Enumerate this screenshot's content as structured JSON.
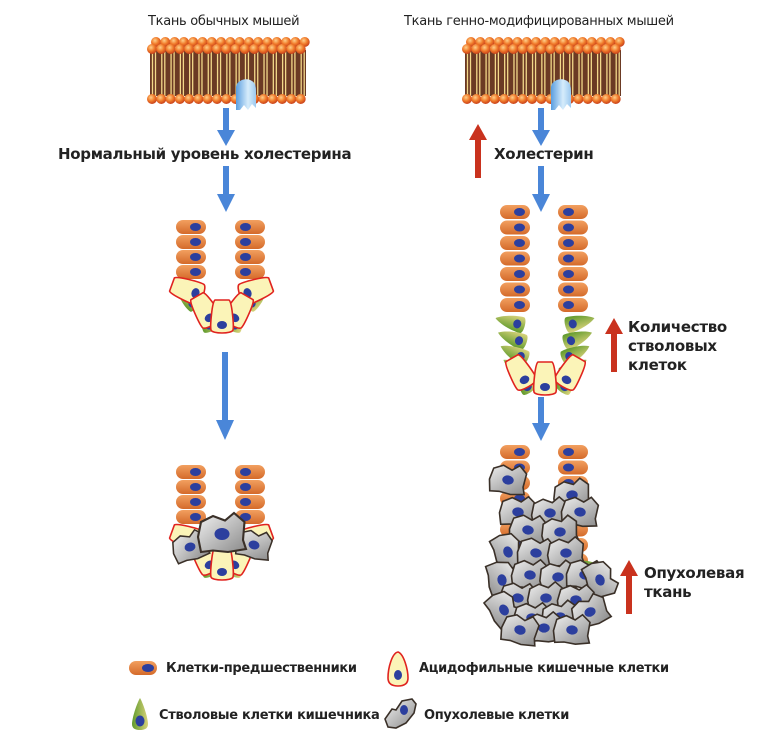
{
  "left_panel": {
    "title": "Ткань обычных мышей",
    "cholesterol_label": "Нормальный уровень холестерина"
  },
  "right_panel": {
    "title": "Ткань генно-модифицированных мышей",
    "cholesterol_label": "Холестерин",
    "stem_cells_label": [
      "Количество",
      "стволовых",
      "клеток"
    ],
    "tumor_label": [
      "Опухолевая",
      "ткань"
    ]
  },
  "legend": {
    "items": [
      {
        "key": "progenitor",
        "label": "Клетки-предшественники"
      },
      {
        "key": "acidophilic",
        "label": "Ацидофильные кишечные клетки"
      },
      {
        "key": "stem",
        "label": "Стволовые клетки кишечника"
      },
      {
        "key": "tumor",
        "label": "Опухолевые клетки"
      }
    ]
  },
  "colors": {
    "arrow_blue": "#4a86d8",
    "arrow_red": "#c9321e",
    "progenitor": "#e07f3c",
    "nucleus": "#2c3f9e",
    "acidophilic_fill": "#fbf4b8",
    "acidophilic_border": "#e0231f",
    "stem": "#7cab3a",
    "tumor_fill": "#b8b8b8",
    "tumor_border": "#3a3028",
    "membrane_head": "#f07a2a",
    "membrane_body": "#6b3a24"
  }
}
